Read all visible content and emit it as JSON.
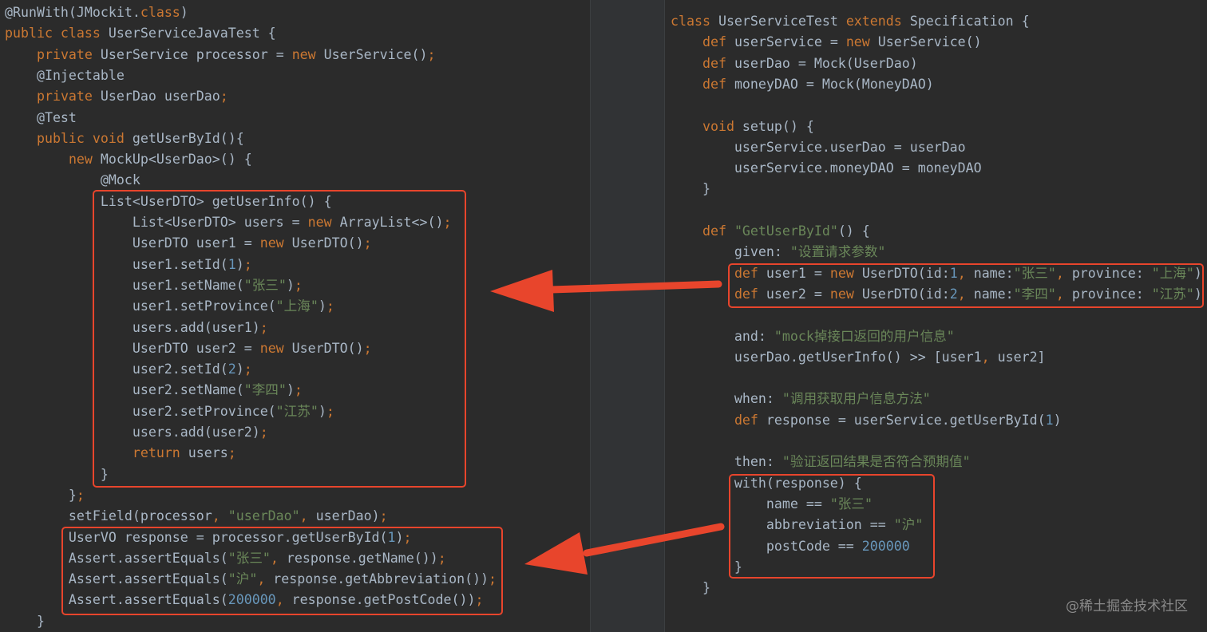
{
  "left_code": [
    [
      [
        "@RunWith(JMockit.",
        "plain"
      ],
      [
        "class",
        "kw"
      ],
      [
        ")",
        "plain"
      ]
    ],
    [
      [
        "public class ",
        "kw"
      ],
      [
        "UserServiceJavaTest {",
        "plain"
      ]
    ],
    [
      [
        "    ",
        "plain"
      ],
      [
        "private ",
        "kw"
      ],
      [
        "UserService processor = ",
        "plain"
      ],
      [
        "new ",
        "kw"
      ],
      [
        "UserService()",
        "plain"
      ],
      [
        ";",
        "kw"
      ]
    ],
    [
      [
        "    @Injectable",
        "plain"
      ]
    ],
    [
      [
        "    ",
        "plain"
      ],
      [
        "private ",
        "kw"
      ],
      [
        "UserDao userDao",
        "plain"
      ],
      [
        ";",
        "kw"
      ]
    ],
    [
      [
        "    @Test",
        "plain"
      ]
    ],
    [
      [
        "    ",
        "plain"
      ],
      [
        "public void ",
        "kw"
      ],
      [
        "getUserById(){",
        "plain"
      ]
    ],
    [
      [
        "        ",
        "plain"
      ],
      [
        "new ",
        "kw"
      ],
      [
        "MockUp<UserDao>() {",
        "plain"
      ]
    ],
    [
      [
        "            @Mock",
        "plain"
      ]
    ],
    [
      [
        "            List<UserDTO> getUserInfo() {",
        "plain"
      ]
    ],
    [
      [
        "                List<UserDTO> users = ",
        "plain"
      ],
      [
        "new ",
        "kw"
      ],
      [
        "ArrayList<>()",
        "plain"
      ],
      [
        ";",
        "kw"
      ]
    ],
    [
      [
        "                UserDTO user1 = ",
        "plain"
      ],
      [
        "new ",
        "kw"
      ],
      [
        "UserDTO()",
        "plain"
      ],
      [
        ";",
        "kw"
      ]
    ],
    [
      [
        "                user1.setId(",
        "plain"
      ],
      [
        "1",
        "num"
      ],
      [
        ")",
        "plain"
      ],
      [
        ";",
        "kw"
      ]
    ],
    [
      [
        "                user1.setName(",
        "plain"
      ],
      [
        "\"张三\"",
        "str"
      ],
      [
        ")",
        "plain"
      ],
      [
        ";",
        "kw"
      ]
    ],
    [
      [
        "                user1.setProvince(",
        "plain"
      ],
      [
        "\"上海\"",
        "str"
      ],
      [
        ")",
        "plain"
      ],
      [
        ";",
        "kw"
      ]
    ],
    [
      [
        "                users.add(user1)",
        "plain"
      ],
      [
        ";",
        "kw"
      ]
    ],
    [
      [
        "                UserDTO user2 = ",
        "plain"
      ],
      [
        "new ",
        "kw"
      ],
      [
        "UserDTO()",
        "plain"
      ],
      [
        ";",
        "kw"
      ]
    ],
    [
      [
        "                user2.setId(",
        "plain"
      ],
      [
        "2",
        "num"
      ],
      [
        ")",
        "plain"
      ],
      [
        ";",
        "kw"
      ]
    ],
    [
      [
        "                user2.setName(",
        "plain"
      ],
      [
        "\"李四\"",
        "str"
      ],
      [
        ")",
        "plain"
      ],
      [
        ";",
        "kw"
      ]
    ],
    [
      [
        "                user2.setProvince(",
        "plain"
      ],
      [
        "\"江苏\"",
        "str"
      ],
      [
        ")",
        "plain"
      ],
      [
        ";",
        "kw"
      ]
    ],
    [
      [
        "                users.add(user2)",
        "plain"
      ],
      [
        ";",
        "kw"
      ]
    ],
    [
      [
        "                ",
        "plain"
      ],
      [
        "return ",
        "kw"
      ],
      [
        "users",
        "plain"
      ],
      [
        ";",
        "kw"
      ]
    ],
    [
      [
        "            }",
        "plain"
      ]
    ],
    [
      [
        "        }",
        "plain"
      ],
      [
        ";",
        "kw"
      ]
    ],
    [
      [
        "        setField(processor",
        "plain"
      ],
      [
        ", ",
        "kw"
      ],
      [
        "\"userDao\"",
        "str"
      ],
      [
        ", ",
        "kw"
      ],
      [
        "userDao)",
        "plain"
      ],
      [
        ";",
        "kw"
      ]
    ],
    [
      [
        "        UserVO response = processor.getUserById(",
        "plain"
      ],
      [
        "1",
        "num"
      ],
      [
        ")",
        "plain"
      ],
      [
        ";",
        "kw"
      ]
    ],
    [
      [
        "        Assert.assertEquals(",
        "plain"
      ],
      [
        "\"张三\"",
        "str"
      ],
      [
        ", ",
        "kw"
      ],
      [
        "response.getName())",
        "plain"
      ],
      [
        ";",
        "kw"
      ]
    ],
    [
      [
        "        Assert.assertEquals(",
        "plain"
      ],
      [
        "\"沪\"",
        "str"
      ],
      [
        ", ",
        "kw"
      ],
      [
        "response.getAbbreviation())",
        "plain"
      ],
      [
        ";",
        "kw"
      ]
    ],
    [
      [
        "        Assert.assertEquals(",
        "plain"
      ],
      [
        "200000",
        "num"
      ],
      [
        ", ",
        "kw"
      ],
      [
        "response.getPostCode())",
        "plain"
      ],
      [
        ";",
        "kw"
      ]
    ],
    [
      [
        "    }",
        "plain"
      ]
    ]
  ],
  "right_code": [
    [
      [
        "class ",
        "kw"
      ],
      [
        "UserServiceTest ",
        "plain"
      ],
      [
        "extends ",
        "kw"
      ],
      [
        "Specification {",
        "plain"
      ]
    ],
    [
      [
        "    ",
        "plain"
      ],
      [
        "def ",
        "kw"
      ],
      [
        "userService = ",
        "plain"
      ],
      [
        "new ",
        "kw"
      ],
      [
        "UserService()",
        "plain"
      ]
    ],
    [
      [
        "    ",
        "plain"
      ],
      [
        "def ",
        "kw"
      ],
      [
        "userDao = Mock(UserDao)",
        "plain"
      ]
    ],
    [
      [
        "    ",
        "plain"
      ],
      [
        "def ",
        "kw"
      ],
      [
        "moneyDAO = Mock(MoneyDAO)",
        "plain"
      ]
    ],
    [
      [
        "",
        "plain"
      ]
    ],
    [
      [
        "    ",
        "plain"
      ],
      [
        "void ",
        "kw"
      ],
      [
        "setup() {",
        "plain"
      ]
    ],
    [
      [
        "        userService.userDao = userDao",
        "plain"
      ]
    ],
    [
      [
        "        userService.moneyDAO = moneyDAO",
        "plain"
      ]
    ],
    [
      [
        "    }",
        "plain"
      ]
    ],
    [
      [
        "",
        "plain"
      ]
    ],
    [
      [
        "    ",
        "plain"
      ],
      [
        "def ",
        "kw"
      ],
      [
        "\"GetUserById\"",
        "str"
      ],
      [
        "() {",
        "plain"
      ]
    ],
    [
      [
        "        given: ",
        "plain"
      ],
      [
        "\"设置请求参数\"",
        "str"
      ]
    ],
    [
      [
        "        ",
        "plain"
      ],
      [
        "def ",
        "kw"
      ],
      [
        "user1 = ",
        "plain"
      ],
      [
        "new ",
        "kw"
      ],
      [
        "UserDTO(id:",
        "plain"
      ],
      [
        "1",
        "num"
      ],
      [
        ", ",
        "kw"
      ],
      [
        "name:",
        "plain"
      ],
      [
        "\"张三\"",
        "str"
      ],
      [
        ", ",
        "kw"
      ],
      [
        "province: ",
        "plain"
      ],
      [
        "\"上海\"",
        "str"
      ],
      [
        ")",
        "plain"
      ]
    ],
    [
      [
        "        ",
        "plain"
      ],
      [
        "def ",
        "kw"
      ],
      [
        "user2 = ",
        "plain"
      ],
      [
        "new ",
        "kw"
      ],
      [
        "UserDTO(id:",
        "plain"
      ],
      [
        "2",
        "num"
      ],
      [
        ", ",
        "kw"
      ],
      [
        "name:",
        "plain"
      ],
      [
        "\"李四\"",
        "str"
      ],
      [
        ", ",
        "kw"
      ],
      [
        "province: ",
        "plain"
      ],
      [
        "\"江苏\"",
        "str"
      ],
      [
        ")",
        "plain"
      ]
    ],
    [
      [
        "",
        "plain"
      ]
    ],
    [
      [
        "        and: ",
        "plain"
      ],
      [
        "\"mock掉接口返回的用户信息\"",
        "str"
      ]
    ],
    [
      [
        "        userDao.getUserInfo() >> [user1",
        "plain"
      ],
      [
        ", ",
        "kw"
      ],
      [
        "user2]",
        "plain"
      ]
    ],
    [
      [
        "",
        "plain"
      ]
    ],
    [
      [
        "        when: ",
        "plain"
      ],
      [
        "\"调用获取用户信息方法\"",
        "str"
      ]
    ],
    [
      [
        "        ",
        "plain"
      ],
      [
        "def ",
        "kw"
      ],
      [
        "response = userService.getUserById(",
        "plain"
      ],
      [
        "1",
        "num"
      ],
      [
        ")",
        "plain"
      ]
    ],
    [
      [
        "",
        "plain"
      ]
    ],
    [
      [
        "        then: ",
        "plain"
      ],
      [
        "\"验证返回结果是否符合预期值\"",
        "str"
      ]
    ],
    [
      [
        "        with(response) {",
        "plain"
      ]
    ],
    [
      [
        "            name == ",
        "plain"
      ],
      [
        "\"张三\"",
        "str"
      ]
    ],
    [
      [
        "            abbreviation == ",
        "plain"
      ],
      [
        "\"沪\"",
        "str"
      ]
    ],
    [
      [
        "            postCode == ",
        "plain"
      ],
      [
        "200000",
        "num"
      ]
    ],
    [
      [
        "        }",
        "plain"
      ]
    ],
    [
      [
        "    }",
        "plain"
      ]
    ]
  ],
  "watermark": "@稀土掘金技术社区",
  "colors": {
    "background": "#2b2b2b",
    "keyword": "#cc7832",
    "string": "#6a8759",
    "number": "#6897bb",
    "plain": "#a9b7c6",
    "highlight": "#e8452c"
  }
}
